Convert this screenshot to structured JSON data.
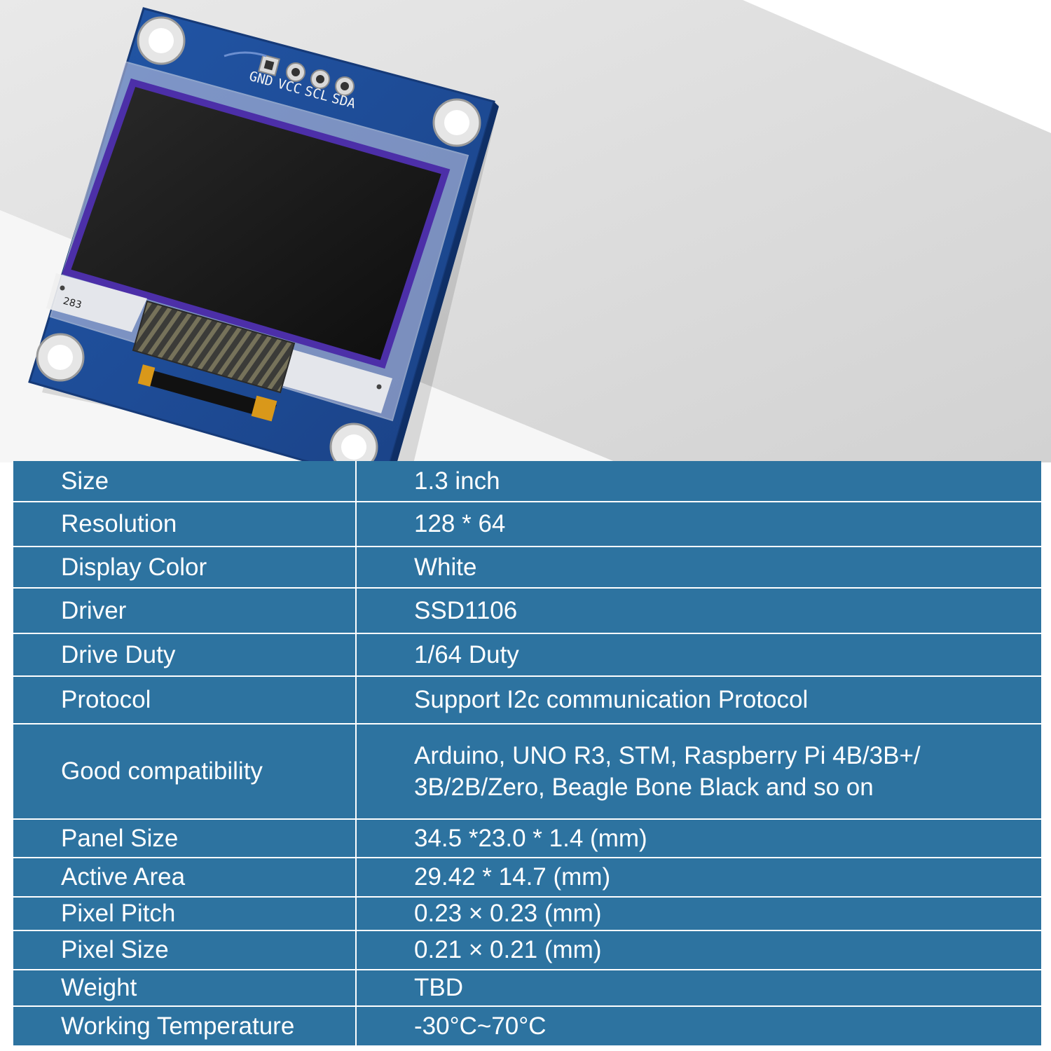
{
  "module": {
    "pin_labels": [
      "GND",
      "VCC",
      "SCL",
      "SDA"
    ],
    "silkscreen_code": "283",
    "pcb_color": "#1f4e96",
    "screen_color": "#151515"
  },
  "specs": {
    "accent_color": "#2d73a0",
    "rows": [
      {
        "label": "Size",
        "value": "1.3 inch"
      },
      {
        "label": "Resolution",
        "value": "128 * 64"
      },
      {
        "label": "Display Color",
        "value": "White"
      },
      {
        "label": "Driver",
        "value": "SSD1106"
      },
      {
        "label": "Drive Duty",
        "value": "1/64 Duty"
      },
      {
        "label": "Protocol",
        "value": "Support I2c communication Protocol"
      },
      {
        "label": "Good compatibility",
        "value": "Arduino, UNO R3, STM, Raspberry Pi 4B/3B+/",
        "value2": "3B/2B/Zero, Beagle Bone Black and so on"
      },
      {
        "label": "Panel Size",
        "value": "34.5 *23.0 * 1.4 (mm)"
      },
      {
        "label": "Active Area",
        "value": "29.42 * 14.7 (mm)"
      },
      {
        "label": "Pixel Pitch",
        "value": "0.23 × 0.23 (mm)"
      },
      {
        "label": "Pixel Size",
        "value": "0.21 × 0.21 (mm)"
      },
      {
        "label": "Weight",
        "value": "TBD"
      },
      {
        "label": "Working Temperature",
        "value": "-30°C~70°C"
      }
    ]
  }
}
